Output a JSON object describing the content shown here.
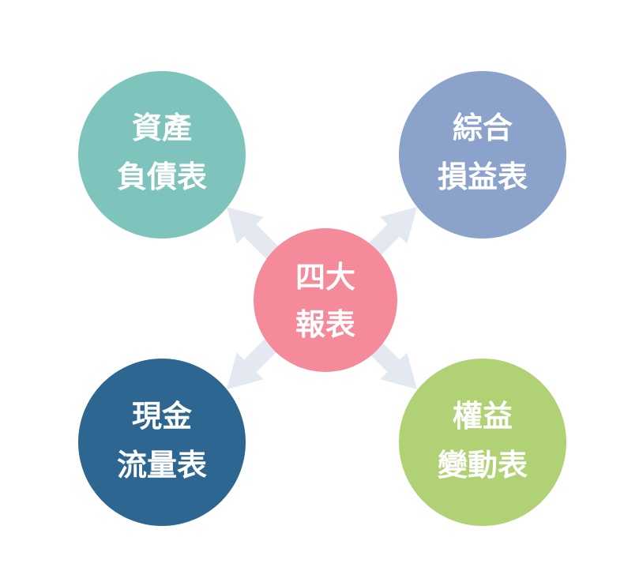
{
  "center": {
    "line1": "四大",
    "line2": "報表",
    "color": "#F48A9A"
  },
  "nodes": {
    "top_left": {
      "line1": "資產",
      "line2": "負債表",
      "color": "#7EC4BD"
    },
    "top_right": {
      "line1": "綜合",
      "line2": "損益表",
      "color": "#8BA2CB"
    },
    "bottom_left": {
      "line1": "現金",
      "line2": "流量表",
      "color": "#2E6692"
    },
    "bottom_right": {
      "line1": "權益",
      "line2": "變動表",
      "color": "#B1D175"
    }
  },
  "arrow_color": "#E4E8F1"
}
